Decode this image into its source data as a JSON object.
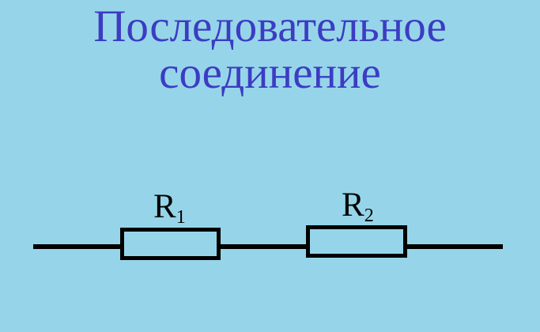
{
  "slide": {
    "background_color": "#96d5e9",
    "title": {
      "color": "#3c3cc3",
      "line1": "Последовательное",
      "line2": "соединение",
      "full_text": "Последовательное соединение"
    }
  },
  "diagram": {
    "type": "series-circuit",
    "line_color": "#000000",
    "label_color": "#000000",
    "resistors": [
      {
        "id": "R1",
        "label_letter": "R",
        "label_subscript": "1"
      },
      {
        "id": "R2",
        "label_letter": "R",
        "label_subscript": "2"
      }
    ],
    "wires": [
      {
        "id": "wire-left"
      },
      {
        "id": "wire-middle"
      },
      {
        "id": "wire-right"
      }
    ]
  }
}
